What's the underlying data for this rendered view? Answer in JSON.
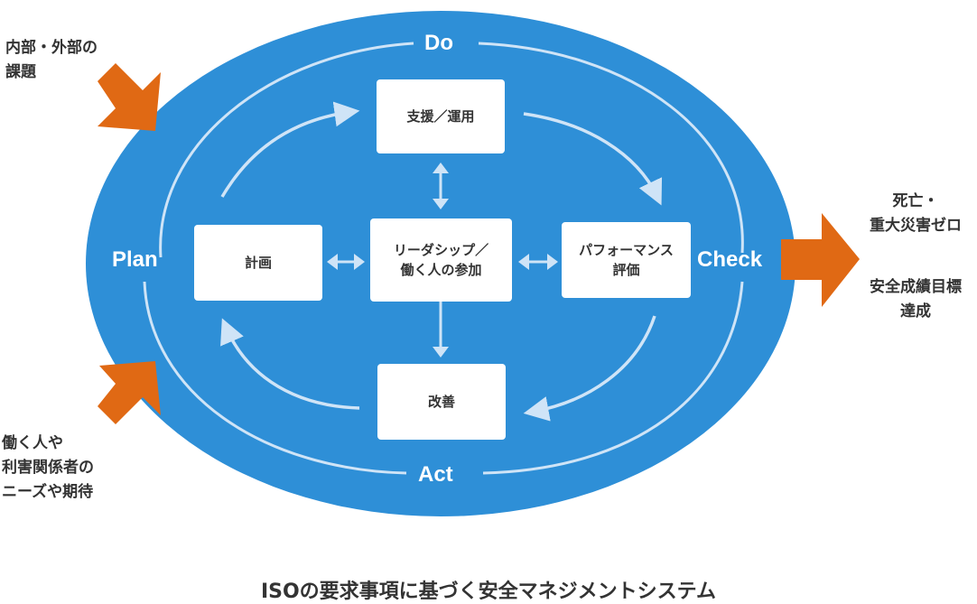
{
  "phases": {
    "do": "Do",
    "check": "Check",
    "act": "Act",
    "plan": "Plan"
  },
  "boxes": {
    "support": "支援／運用",
    "plan": "計画",
    "leadership": [
      "リーダシップ／",
      "働く人の参加"
    ],
    "performance": [
      "パフォーマンス",
      "評価"
    ],
    "improve": "改善"
  },
  "inputs": {
    "issues": [
      "内部・外部の",
      "課題"
    ],
    "needs": [
      "働く人や",
      "利害関係者の",
      "ニーズや期待"
    ]
  },
  "outputs": {
    "goal1": [
      "死亡・",
      "重大災害ゼロ"
    ],
    "goal2": [
      "安全成績目標",
      "達成"
    ]
  },
  "caption": "ISOの要求事項に基づく安全マネジメントシステム",
  "colors": {
    "ellipse": "#2e8fd7",
    "arrow_orange": "#e06914",
    "ring": "#cfe4f7"
  }
}
